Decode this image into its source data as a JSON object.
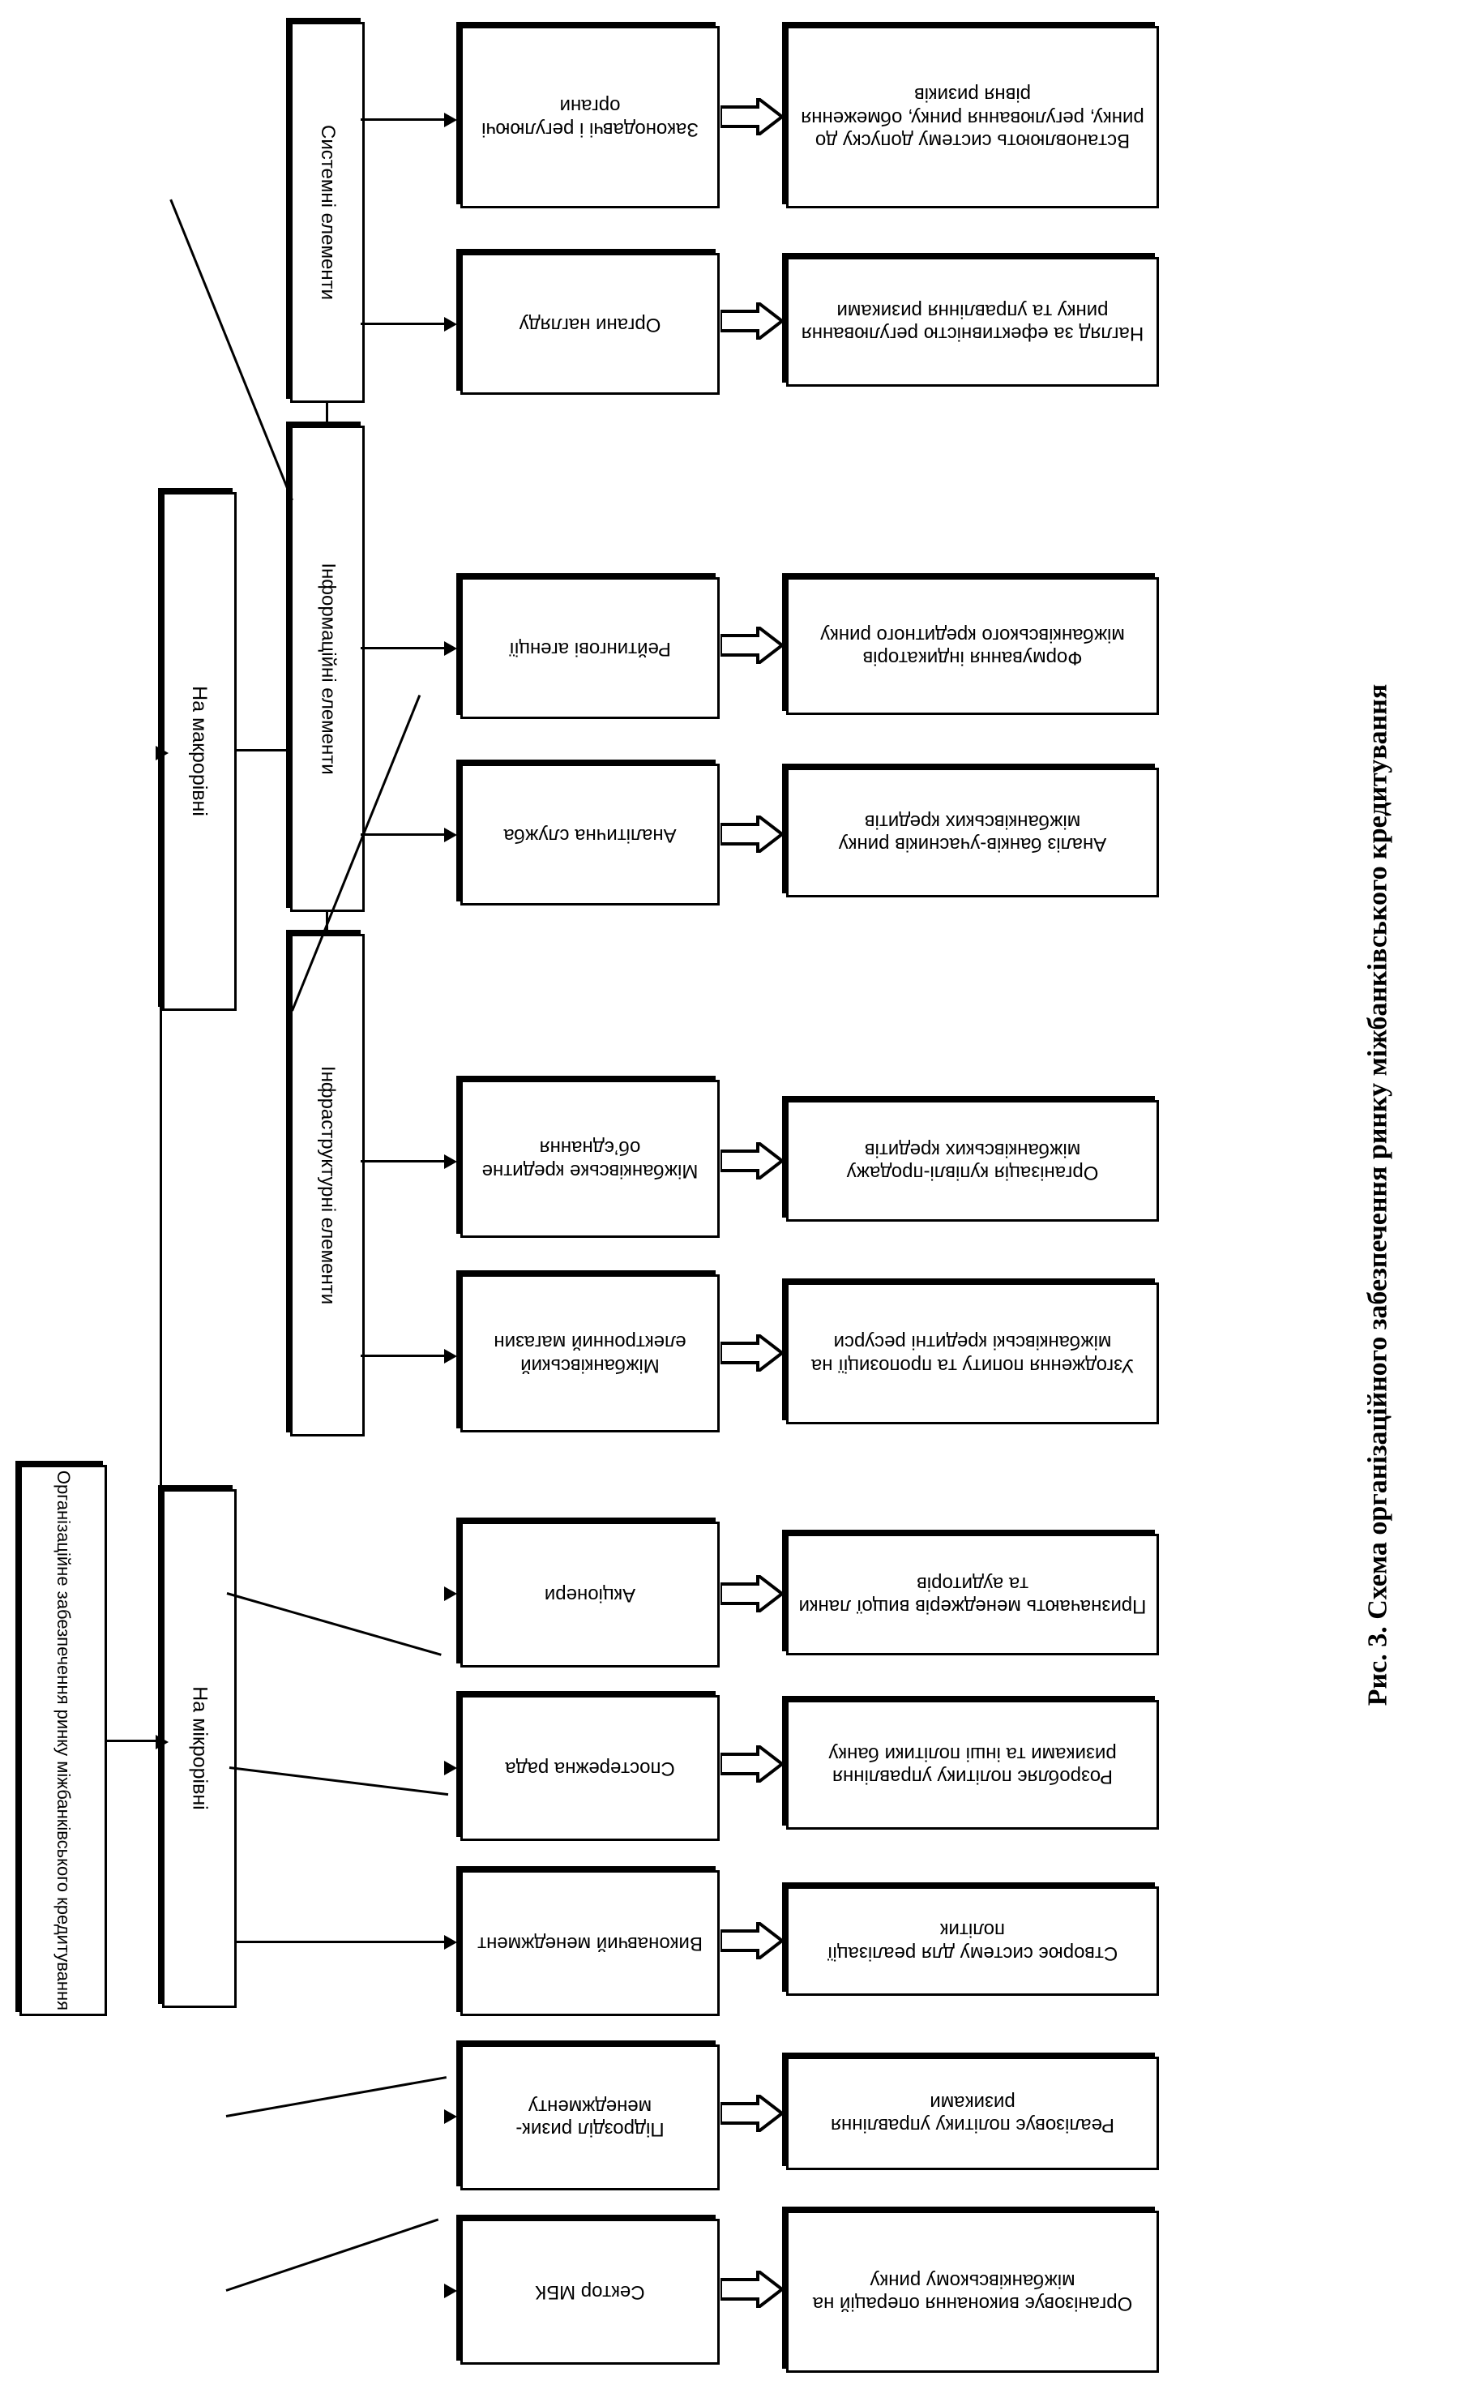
{
  "figure": {
    "caption": "Рис. 3. Схема організаційного забезпечення ринку міжбанківського кредитування",
    "orientation_note": "180",
    "colors": {
      "ink": "#000000",
      "paper": "#ffffff"
    }
  },
  "root": {
    "label": "Організаційне забезпечення ринку міжбанківського кредитування"
  },
  "levels": [
    {
      "key": "micro",
      "label": "На мікрорівні"
    },
    {
      "key": "macro",
      "label": "На макрорівні"
    }
  ],
  "groups": [
    {
      "key": "infrastructure",
      "label": "Інфраструктурні елементи"
    },
    {
      "key": "information",
      "label": "Інформаційні елементи"
    },
    {
      "key": "system",
      "label": "Системні елементи"
    }
  ],
  "nodes": [
    {
      "id": "n1",
      "level": "micro",
      "group": "",
      "label": "Сектор МБК",
      "description": "Організовує виконання операцій на міжбанківському ринку"
    },
    {
      "id": "n2",
      "level": "micro",
      "group": "",
      "label": "Підрозділ ризик-менеджменту",
      "description": "Реалізовує політику управління ризиками"
    },
    {
      "id": "n3",
      "level": "micro",
      "group": "",
      "label": "Виконавчий менеджмент",
      "description": "Створює систему для реалізації політик"
    },
    {
      "id": "n4",
      "level": "micro",
      "group": "",
      "label": "Спостережна рада",
      "description": "Розробляє політику управління ризиками та інші політики банку"
    },
    {
      "id": "n5",
      "level": "micro",
      "group": "",
      "label": "Акціонери",
      "description": "Призначають менеджерів вищої ланки та аудиторів"
    },
    {
      "id": "n6",
      "level": "macro",
      "group": "infrastructure",
      "label": "Міжбанківський електронний магазин",
      "description": "Узгодження попиту та пропозиції на міжбанківські кредитні ресурси"
    },
    {
      "id": "n7",
      "level": "macro",
      "group": "infrastructure",
      "label": "Міжбанківське кредитне об’єднання",
      "description": "Організація купівлі-продажу міжбанківських кредитів"
    },
    {
      "id": "n8",
      "level": "macro",
      "group": "information",
      "label": "Аналітична служба",
      "description": "Аналіз банків-учасників ринку міжбанківських кредитів"
    },
    {
      "id": "n9",
      "level": "macro",
      "group": "information",
      "label": "Рейтингові агенції",
      "description": "Формування індикаторів міжбанківського кредитного ринку"
    },
    {
      "id": "n10",
      "level": "macro",
      "group": "system",
      "label": "Органи нагляду",
      "description": "Нагляд за ефективністю регулювання ринку та управління ризиками"
    },
    {
      "id": "n11",
      "level": "macro",
      "group": "system",
      "label": "Законодавчі і регулюючі органи",
      "description": "Встановлюють систему допуску до ринку, регулювання ринку, обмеження рівня ризиків"
    }
  ]
}
